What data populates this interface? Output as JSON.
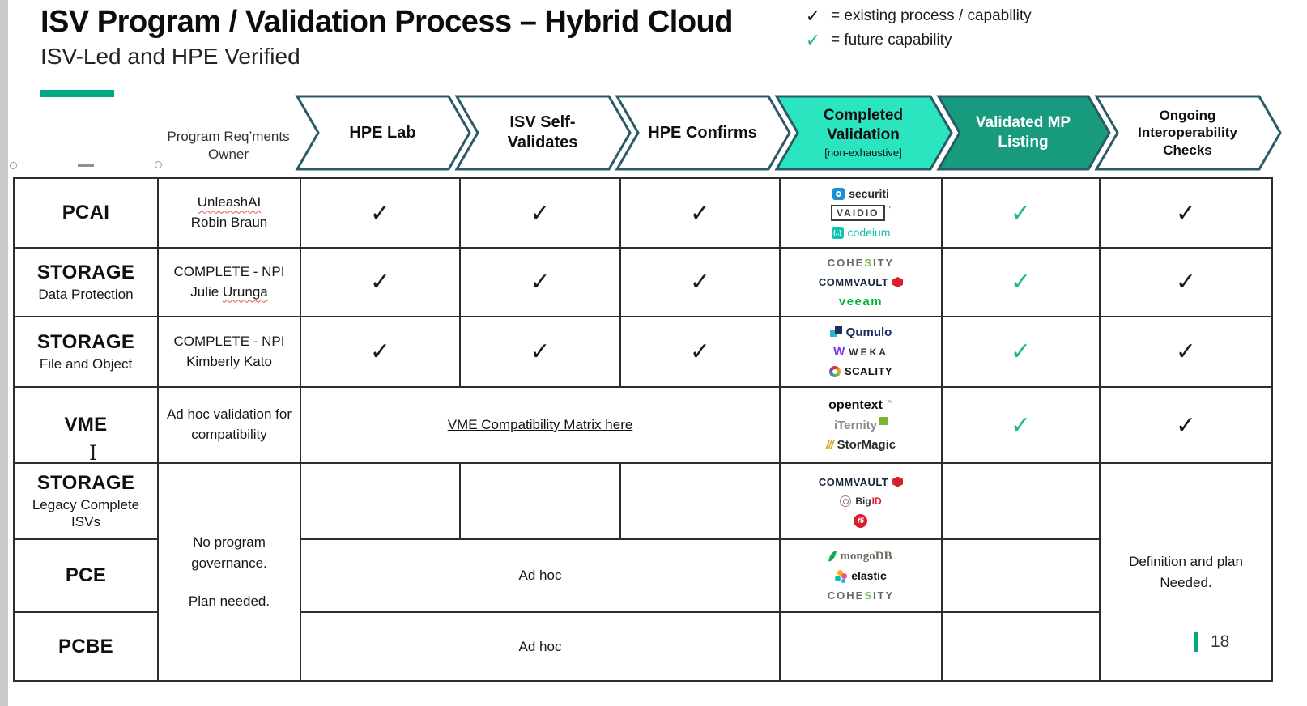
{
  "slide": {
    "title": "ISV Program / Validation Process – Hybrid Cloud",
    "subtitle": "ISV-Led and HPE Verified",
    "page_number": "18"
  },
  "legend": {
    "existing_mark": "✓",
    "existing_label": "= existing process / capability",
    "future_mark": "✓",
    "future_label": "= future capability"
  },
  "colors": {
    "accent_green": "#01a982",
    "future_check": "#1db78f",
    "existing_check": "#1a1a1a",
    "chevron_stroke": "#2b5a67"
  },
  "header": {
    "owner_column_label": "Program Req’ments Owner",
    "stages": [
      {
        "label": "HPE Lab",
        "fill": "#ffffff"
      },
      {
        "label": "ISV Self-Validates",
        "fill": "#ffffff"
      },
      {
        "label": "HPE Confirms",
        "fill": "#ffffff"
      },
      {
        "label": "Completed Validation",
        "sublabel": "[non-exhaustive]",
        "fill": "#2be5c0"
      },
      {
        "label": "Validated MP Listing",
        "fill": "#189a7f"
      },
      {
        "label": "Ongoing Interoperability Checks",
        "fill": "#ffffff"
      }
    ]
  },
  "marks": {
    "existing": "✓",
    "future": "✓"
  },
  "rows": {
    "pcai": {
      "category": "PCAI",
      "owner_line1": "UnleashAI",
      "owner_line2": "Robin Braun"
    },
    "storage_dp": {
      "category": "STORAGE",
      "category_sub": "Data Protection",
      "owner_line1": "COMPLETE - NPI",
      "owner_line2a": "Julie",
      "owner_line2b": "Urunga"
    },
    "storage_fo": {
      "category": "STORAGE",
      "category_sub": "File and Object",
      "owner_line1": "COMPLETE - NPI",
      "owner_line2": "Kimberly Kato"
    },
    "vme": {
      "category": "VME",
      "owner": "Ad hoc validation for compatibility",
      "link_label": "VME Compatibility Matrix here"
    },
    "storage_legacy": {
      "category": "STORAGE",
      "category_sub": "Legacy Complete ISVs"
    },
    "pce": {
      "category": "PCE"
    },
    "pcbe": {
      "category": "PCBE"
    }
  },
  "cells": {
    "no_governance_line1": "No program governance.",
    "no_governance_line2": "Plan needed.",
    "ad_hoc": "Ad hoc",
    "definition_line1": "Definition and plan",
    "definition_line2": "Needed."
  },
  "logos": {
    "securiti": "securiti",
    "vaidio": "VAIDIO",
    "vaidio_mark": "’",
    "codeium_glyph": "(..)",
    "codeium": "codeium",
    "cohesity_pre": "COHE",
    "cohesity_s": "S",
    "cohesity_post": "ITY",
    "commvault": "COMMVAULT",
    "veeam": "veeam",
    "qumulo": "Qumulo",
    "weka_w": "W",
    "weka": "WEKA",
    "scality": "SCALITY",
    "opentext": "opentext",
    "opentext_tm": "™",
    "iternity": "iTernity",
    "stormagic_slashes": "///",
    "stormagic": "StorMagic",
    "bigid_pre": "Big",
    "bigid_post": "ID",
    "f5": "f5",
    "mongodb": "mongoDB",
    "elastic": "elastic"
  }
}
